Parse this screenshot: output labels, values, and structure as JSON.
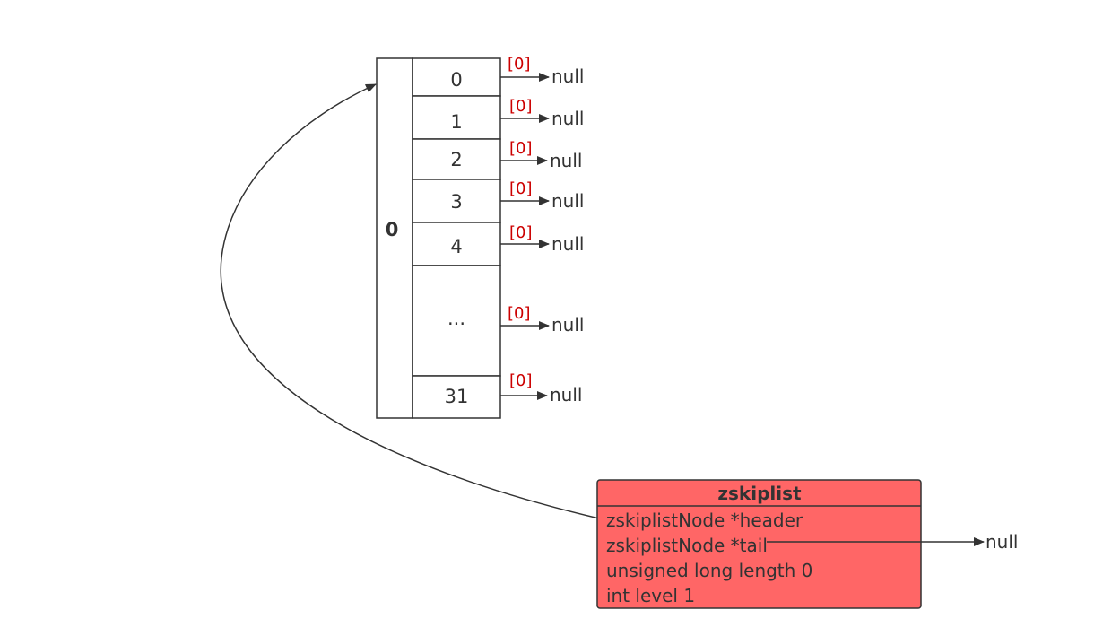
{
  "header_node": {
    "score": "0",
    "levels": [
      {
        "label": "0",
        "span": "[0]",
        "target": "null"
      },
      {
        "label": "1",
        "span": "[0]",
        "target": "null"
      },
      {
        "label": "2",
        "span": "[0]",
        "target": "null"
      },
      {
        "label": "3",
        "span": "[0]",
        "target": "null"
      },
      {
        "label": "4",
        "span": "[0]",
        "target": "null"
      },
      {
        "label": "...",
        "span": "[0]",
        "target": "null"
      },
      {
        "label": "31",
        "span": "[0]",
        "target": "null"
      }
    ]
  },
  "zskiplist": {
    "title": "zskiplist",
    "fields": [
      "zskiplistNode *header",
      "zskiplistNode *tail",
      "unsigned long length 0",
      "int level 1"
    ],
    "tail_target": "null"
  },
  "colors": {
    "struct_fill": "#ff6666",
    "struct_border": "#333333",
    "span_text": "#cc0000",
    "line": "#333333"
  }
}
